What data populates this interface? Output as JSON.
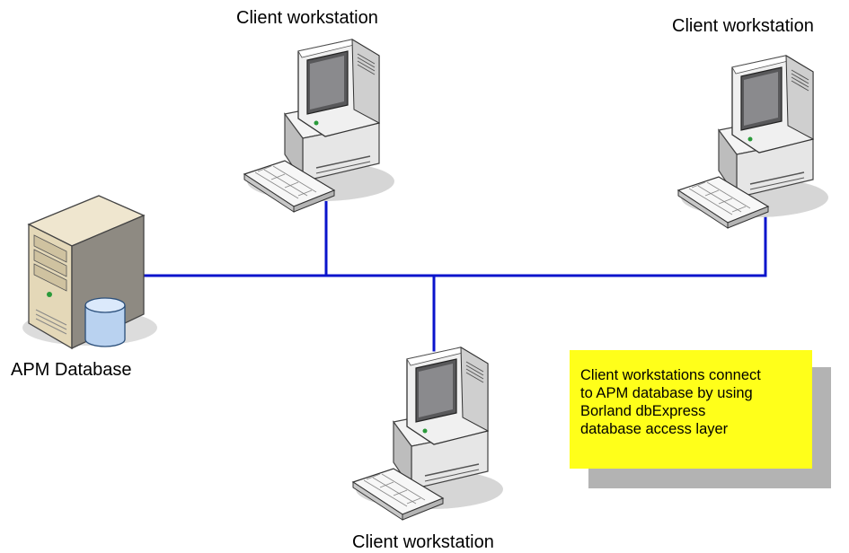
{
  "nodes": {
    "client_top": {
      "label": "Client workstation"
    },
    "client_right": {
      "label": "Client workstation"
    },
    "client_bottom": {
      "label": "Client workstation"
    },
    "server": {
      "label": "APM Database"
    }
  },
  "note": {
    "lines": [
      "Client workstations connect",
      "to APM database by using",
      "Borland dbExpress",
      "database access layer"
    ]
  },
  "colors": {
    "network_line": "#0a14cc",
    "note_fill": "#ffff1a",
    "note_shadow": "#b3b3b3",
    "computer_body": "#eeeeee"
  }
}
